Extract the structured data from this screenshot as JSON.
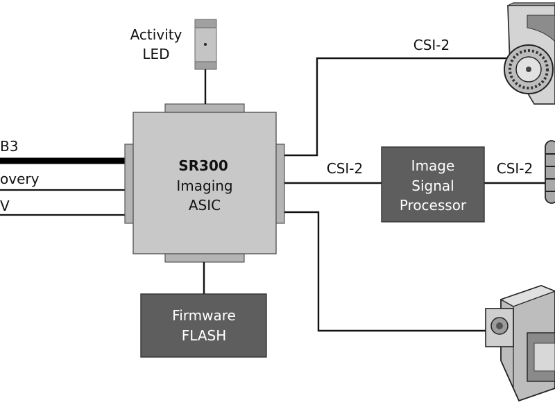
{
  "asic": {
    "title": "SR300",
    "line2": "Imaging",
    "line3": "ASIC"
  },
  "activity_led": {
    "line1": "Activity",
    "line2": "LED"
  },
  "firmware": {
    "line1": "Firmware",
    "line2": "FLASH"
  },
  "isp": {
    "line1": "Image",
    "line2": "Signal",
    "line3": "Processor"
  },
  "left_signals": {
    "usb": "B3",
    "recovery": "overy",
    "power": "V"
  },
  "links": {
    "top": "CSI-2",
    "middle_left": "CSI-2",
    "middle_right": "CSI-2"
  },
  "colors": {
    "asic_fill": "#c8c8c8",
    "box_fill": "#5e5e5e",
    "wire": "#111111"
  }
}
